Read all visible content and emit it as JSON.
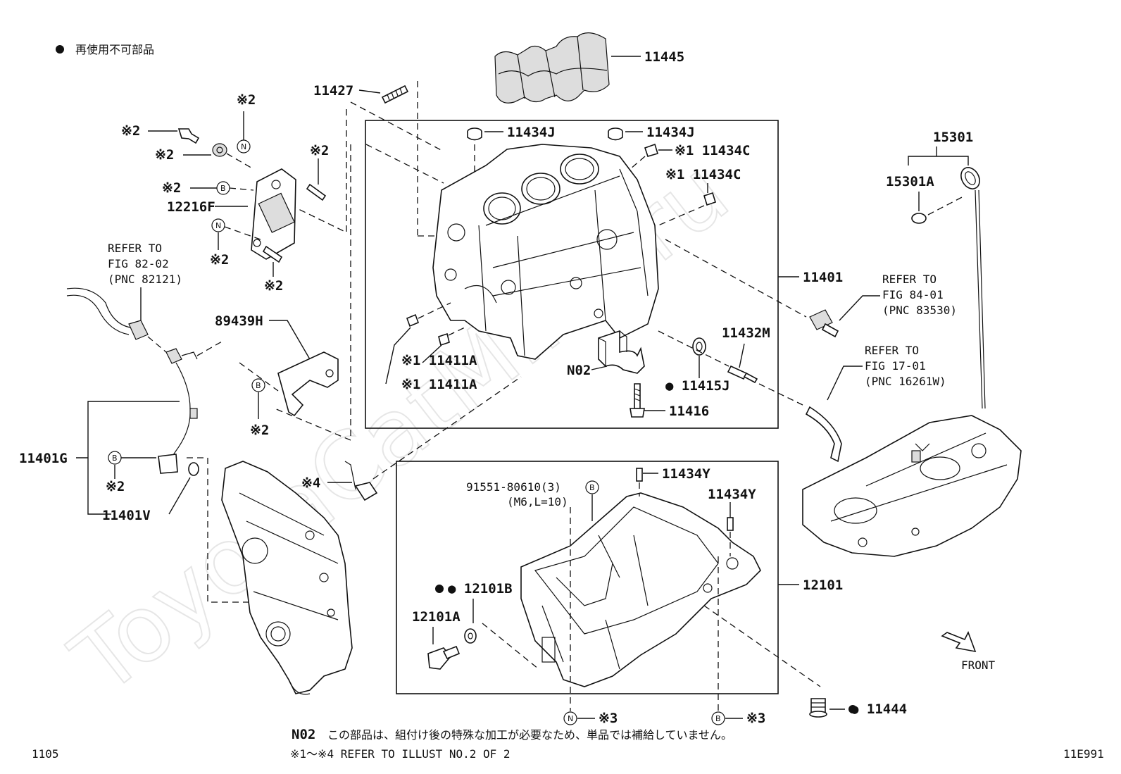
{
  "legend": {
    "bullet": "●",
    "text": "再使用不可部品"
  },
  "watermark": "ToyotaCatMine.ru",
  "parts": {
    "p11445": "11445",
    "p11427": "11427",
    "p11434J_a": "11434J",
    "p11434J_b": "11434J",
    "p11434C_a": "※1 11434C",
    "p11434C_b": "※1 11434C",
    "p15301": "15301",
    "p15301A": "15301A",
    "p12216F": "12216F",
    "p11401": "11401",
    "p11432M": "11432M",
    "p11415J": "● 11415J",
    "p11416": "11416",
    "pN02": "N02",
    "p11411A_a": "※1 11411A",
    "p11411A_b": "※1 11411A",
    "p89439H": "89439H",
    "p11401G": "11401G",
    "p11401V": "11401V",
    "p11434Y_a": "11434Y",
    "p11434Y_b": "11434Y",
    "p91551": "91551-80610(3)",
    "p91551_sub": "(M6,L=10)",
    "p12101": "12101",
    "p12101B": "● 12101B",
    "p12101A": "12101A",
    "p11444": "● 11444"
  },
  "marks": {
    "k2_a": "※2",
    "k2_b": "※2",
    "k2_c": "※2",
    "k2_d": "※2",
    "k2_e": "※2",
    "k2_f": "※2",
    "k2_g": "※2",
    "k2_h": "※2",
    "k2_i": "※2",
    "k4": "※4",
    "k3_a": "※3",
    "k3_b": "※3",
    "circleN": "N",
    "circleB": "B"
  },
  "refs": {
    "ref1": [
      "REFER TO",
      "FIG 82-02",
      "(PNC 82121)"
    ],
    "ref2": [
      "REFER TO",
      "FIG 84-01",
      "(PNC 83530)"
    ],
    "ref3": [
      "REFER TO",
      "FIG 17-01",
      "(PNC 16261W)"
    ]
  },
  "front_label": "FRONT",
  "footer": {
    "n02_code": "N02",
    "n02_text": "この部品は、組付け後の特殊な加工が必要なため、単品では補給していません。",
    "illust_note": "※1～※4 REFER TO ILLUST NO.2 OF 2",
    "left_code": "1105",
    "right_code": "11E991"
  }
}
